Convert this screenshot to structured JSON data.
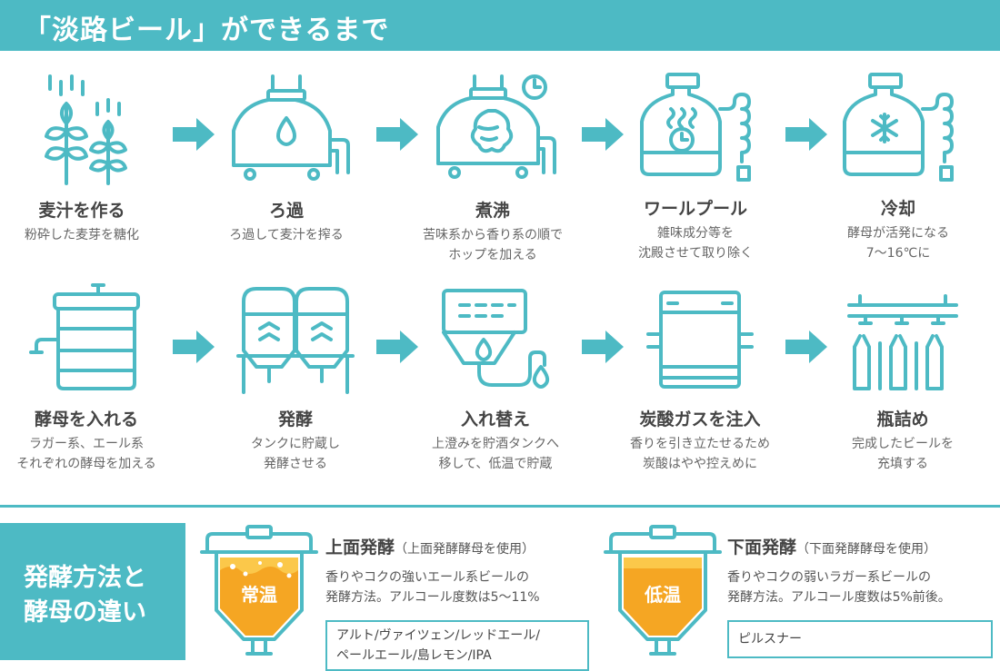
{
  "header": {
    "title": "「淡路ビール」ができるまで"
  },
  "steps": [
    {
      "title": "麦汁を作る",
      "desc1": "粉砕した麦芽を糖化",
      "desc2": "",
      "icon": "wheat-icon"
    },
    {
      "title": "ろ過",
      "desc1": "ろ過して麦汁を搾る",
      "desc2": "",
      "icon": "filter-tank-icon"
    },
    {
      "title": "煮沸",
      "desc1": "苦味系から香り系の順で",
      "desc2": "ホップを加える",
      "icon": "boil-hop-icon"
    },
    {
      "title": "ワールプール",
      "desc1": "雑味成分等を",
      "desc2": "沈殿させて取り除く",
      "icon": "whirlpool-icon"
    },
    {
      "title": "冷却",
      "desc1": "酵母が活発になる",
      "desc2": "7〜16℃に",
      "icon": "cooling-icon"
    },
    {
      "title": "酵母を入れる",
      "desc1": "ラガー系、エール系",
      "desc2": "それぞれの酵母を加える",
      "icon": "yeast-tank-icon"
    },
    {
      "title": "発酵",
      "desc1": "タンクに貯蔵し",
      "desc2": "発酵させる",
      "icon": "fermentation-tanks-icon"
    },
    {
      "title": "入れ替え",
      "desc1": "上澄みを貯酒タンクへ",
      "desc2": "移して、低温で貯蔵",
      "icon": "transfer-icon"
    },
    {
      "title": "炭酸ガスを注入",
      "desc1": "香りを引き立たせるため",
      "desc2": "炭酸はやや控えめに",
      "icon": "carbonation-icon"
    },
    {
      "title": "瓶詰め",
      "desc1": "完成したビールを",
      "desc2": "充填する",
      "icon": "bottling-icon"
    }
  ],
  "method": {
    "line1": "発酵方法と",
    "line2": "酵母の違い"
  },
  "top_ferment": {
    "title": "上面発酵",
    "sub": "（上面発酵酵母を使用）",
    "desc1": "香りやコクの強いエール系ビールの",
    "desc2": "発酵方法。アルコール度数は5〜11%",
    "examples1": "アルト/ヴァイツェン/レッドエール/",
    "examples2": "ペールエール/島レモン/IPA",
    "tank_label": "常温"
  },
  "bottom_ferment": {
    "title": "下面発酵",
    "sub": "（下面発酵酵母を使用）",
    "desc1": "香りやコクの弱いラガー系ビールの",
    "desc2": "発酵方法。アルコール度数は5%前後。",
    "examples1": "ピルスナー",
    "tank_label": "低温"
  },
  "colors": {
    "accent": "#4dbac4",
    "beer": "#f5a623",
    "beer_light": "#fbc84a",
    "text": "#555555"
  }
}
